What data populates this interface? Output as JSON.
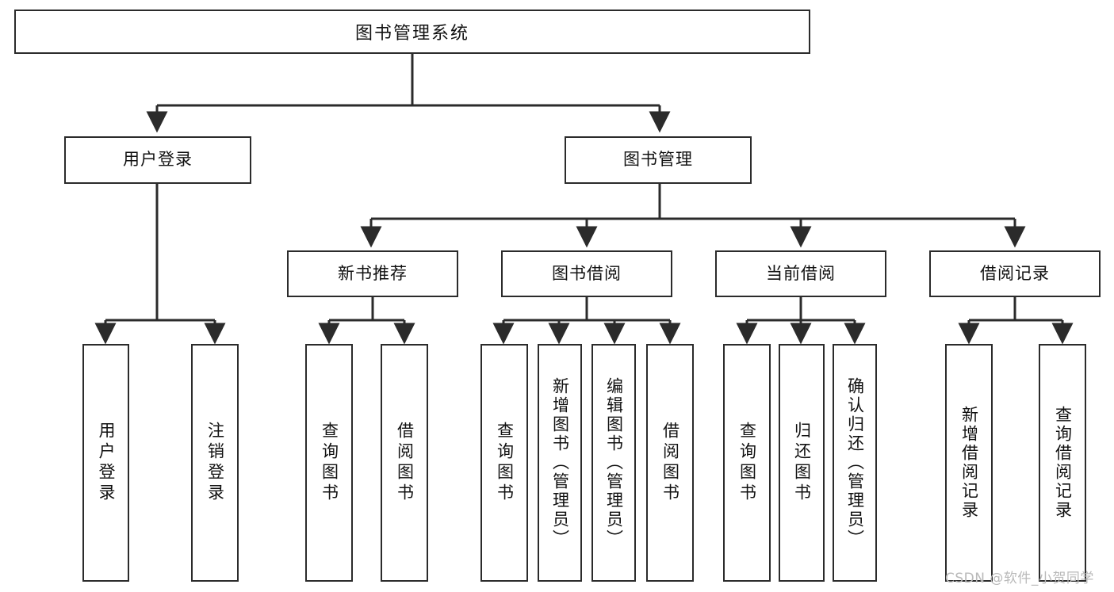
{
  "diagram": {
    "title": "图书管理系统",
    "type": "tree-hierarchy-diagram",
    "colors": {
      "stroke": "#2b2b2b",
      "fill": "#ffffff",
      "text": "#111111",
      "watermark": "#b9b9b9"
    },
    "root": {
      "label": "图书管理系统"
    },
    "level2": [
      {
        "label": "用户登录"
      },
      {
        "label": "图书管理"
      }
    ],
    "level3": [
      {
        "label": "新书推荐"
      },
      {
        "label": "图书借阅"
      },
      {
        "label": "当前借阅"
      },
      {
        "label": "借阅记录"
      }
    ],
    "leaves": {
      "user_login": [
        {
          "label": "用户登录"
        },
        {
          "label": "注销登录"
        }
      ],
      "new_book_recommend": [
        {
          "label": "查询图书"
        },
        {
          "label": "借阅图书"
        }
      ],
      "book_borrow": [
        {
          "label": "查询图书"
        },
        {
          "label": "新增图书（管理员）"
        },
        {
          "label": "编辑图书（管理员）"
        },
        {
          "label": "借阅图书"
        }
      ],
      "current_borrow": [
        {
          "label": "查询图书"
        },
        {
          "label": "归还图书"
        },
        {
          "label": "确认归还（管理员）"
        }
      ],
      "borrow_record": [
        {
          "label": "新增借阅记录"
        },
        {
          "label": "查询借阅记录"
        }
      ]
    },
    "watermark": "CSDN @软件_小贺同学"
  }
}
